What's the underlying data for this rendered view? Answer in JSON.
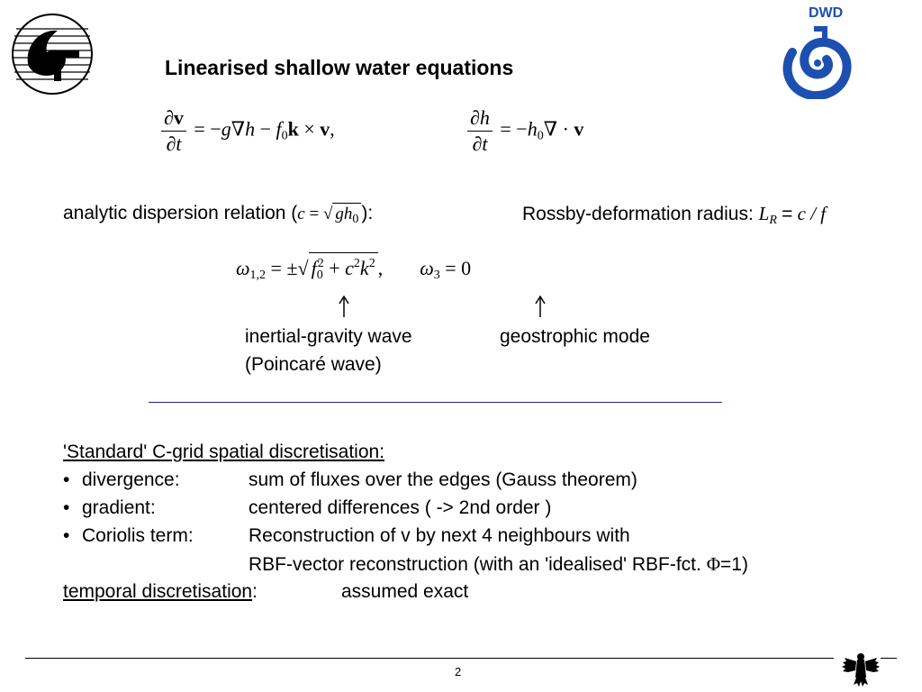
{
  "slide": {
    "title": "Linearised shallow water equations",
    "page_number": "2"
  },
  "logos": {
    "left": "institute-swirl-logo",
    "dwd_label": "DWD",
    "eagle": "federal-eagle-logo",
    "dwd_color": "#1d4fb0"
  },
  "dispersion": {
    "label_before": "analytic dispersion relation (",
    "label_after": "):",
    "rossby_label": "Rossby-deformation radius:"
  },
  "annotations": {
    "inertial_gravity": "inertial-gravity wave",
    "poincare": "(Poincaré wave)",
    "geostrophic": "geostrophic mode"
  },
  "discretisation": {
    "heading": "'Standard' C-grid spatial discretisation:",
    "items": [
      {
        "term": "divergence:",
        "desc": "sum of fluxes over the edges (Gauss theorem)"
      },
      {
        "term": "gradient:",
        "desc": "centered differences  ( -> 2nd order )"
      },
      {
        "term": "Coriolis term:",
        "desc": "Reconstruction of v by next 4 neighbours with"
      }
    ],
    "continuation": "RBF-vector reconstruction (with an 'idealised' RBF-fct. ",
    "phi_value": "=1)",
    "temporal_label": "temporal discretisation",
    "temporal_colon": ":",
    "temporal_value": "assumed exact"
  }
}
